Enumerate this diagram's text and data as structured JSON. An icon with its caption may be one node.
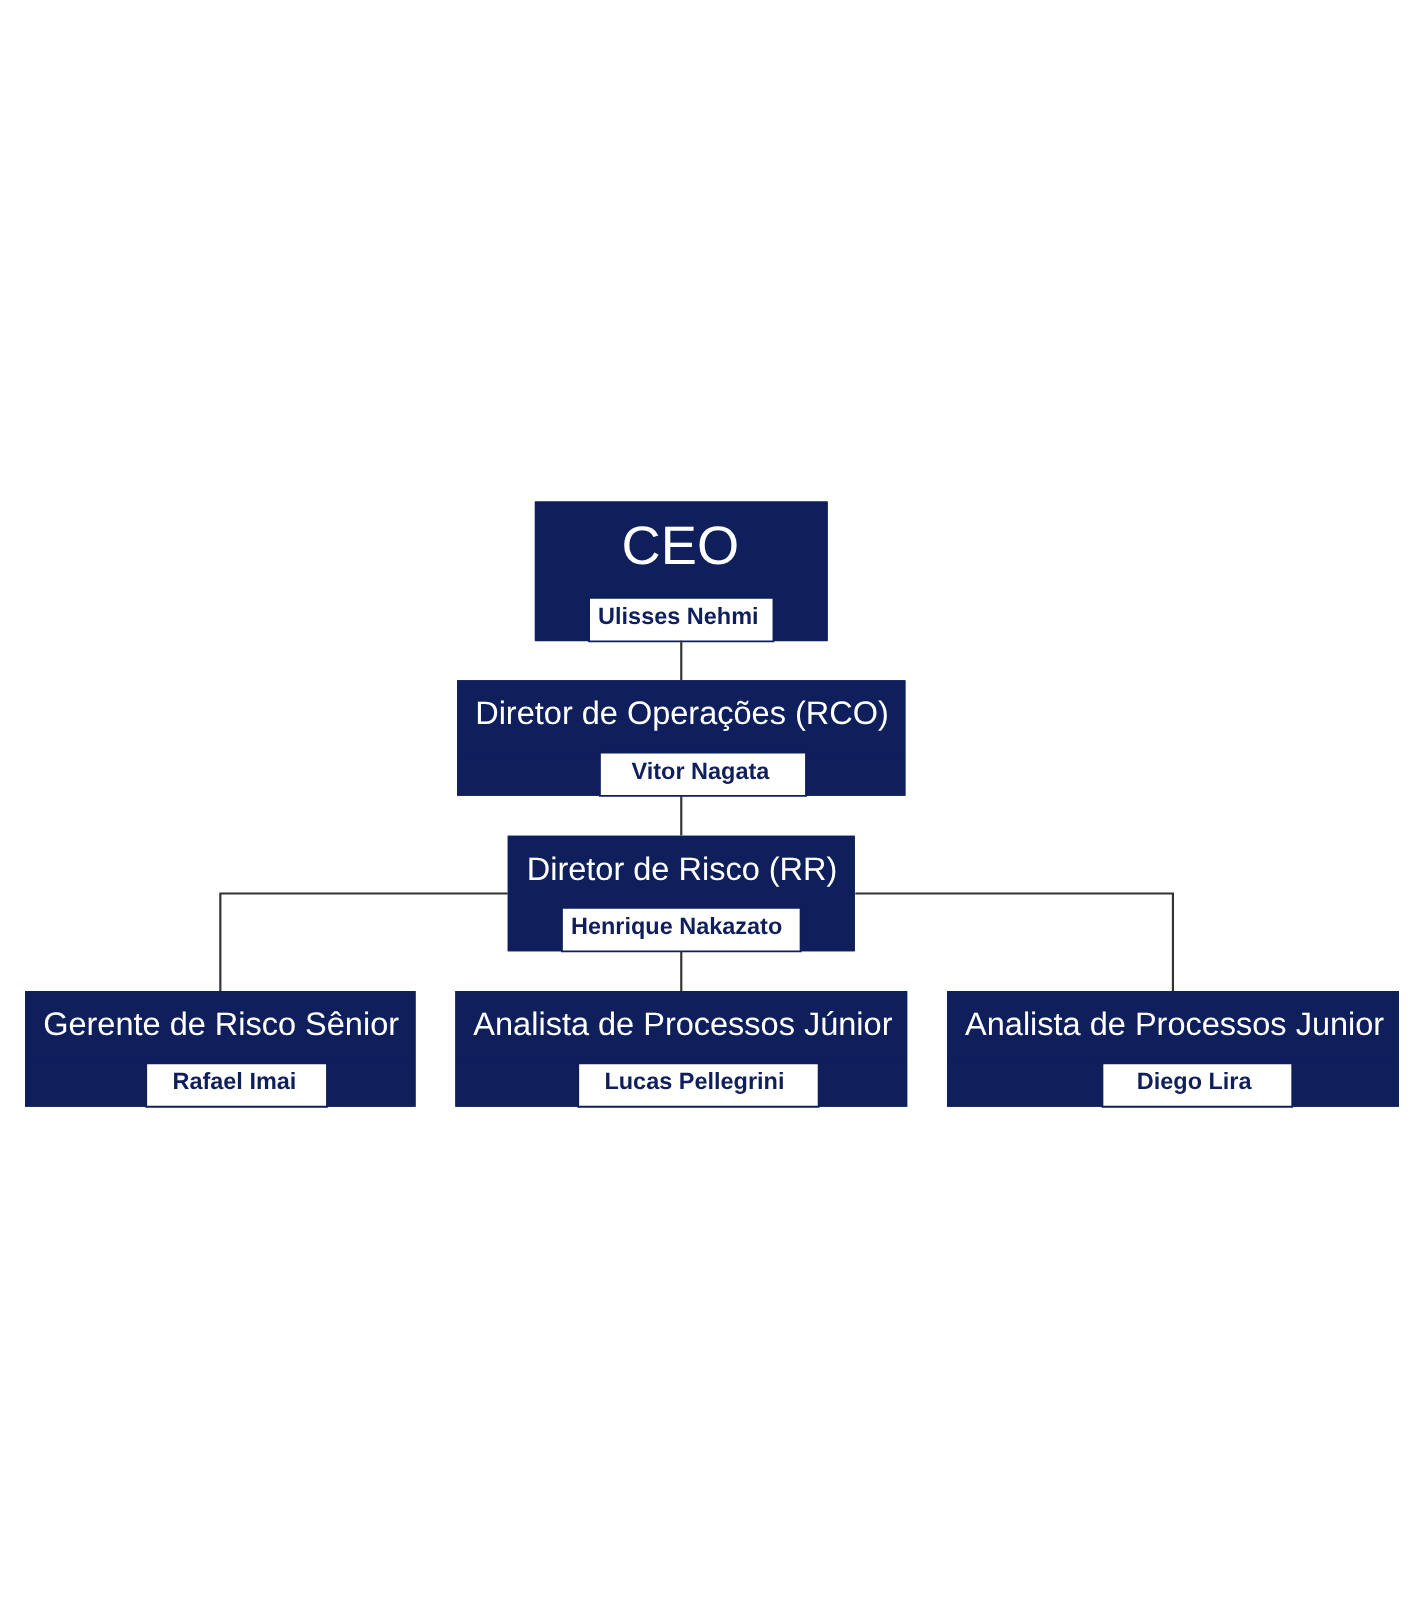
{
  "diagram": {
    "nodes": [
      {
        "text": [
          "CEO",
          "Ulisses Nehmi"
        ]
      },
      {
        "text": [
          "Diretor de Operações (RCO)",
          "Vitor Nagata"
        ]
      },
      {
        "text": [
          "Diretor de Risco (RR)",
          "Henrique Nakazato"
        ]
      },
      {
        "text": [
          "Gerente de Risco Sênior",
          "Rafael Imai"
        ]
      },
      {
        "text": [
          "Analista de Processos Júnior",
          "Lucas Pellegrini"
        ]
      },
      {
        "text": [
          "Analista de Processos Junior",
          "Diego Lira"
        ]
      }
    ],
    "edges": [
      {
        "from": 0,
        "to": 1,
        "arrow": "none"
      },
      {
        "from": 1,
        "to": 2,
        "arrow": "none"
      },
      {
        "from": 2,
        "to": 3,
        "arrow": "none"
      },
      {
        "from": 2,
        "to": 4,
        "arrow": "none"
      },
      {
        "from": 2,
        "to": 5,
        "arrow": "none"
      }
    ]
  }
}
